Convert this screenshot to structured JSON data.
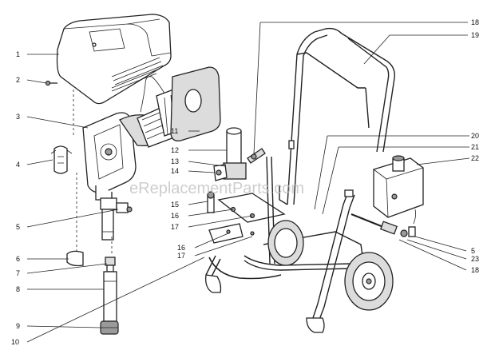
{
  "watermark": "eReplacementParts.com",
  "callouts": [
    {
      "id": "c1",
      "text": "1"
    },
    {
      "id": "c2",
      "text": "2"
    },
    {
      "id": "c3",
      "text": "3"
    },
    {
      "id": "c4",
      "text": "4"
    },
    {
      "id": "c5l",
      "text": "5"
    },
    {
      "id": "c6",
      "text": "6"
    },
    {
      "id": "c7",
      "text": "7"
    },
    {
      "id": "c8",
      "text": "8"
    },
    {
      "id": "c9",
      "text": "9"
    },
    {
      "id": "c10",
      "text": "10"
    },
    {
      "id": "c11",
      "text": "11"
    },
    {
      "id": "c12",
      "text": "12"
    },
    {
      "id": "c13",
      "text": "13"
    },
    {
      "id": "c14",
      "text": "14"
    },
    {
      "id": "c15",
      "text": "15"
    },
    {
      "id": "c16a",
      "text": "16"
    },
    {
      "id": "c17a",
      "text": "17"
    },
    {
      "id": "c16b",
      "text": "16"
    },
    {
      "id": "c17b",
      "text": "17"
    },
    {
      "id": "c18a",
      "text": "18"
    },
    {
      "id": "c19",
      "text": "19"
    },
    {
      "id": "c20",
      "text": "20"
    },
    {
      "id": "c21",
      "text": "21"
    },
    {
      "id": "c22",
      "text": "22"
    },
    {
      "id": "c5r",
      "text": "5"
    },
    {
      "id": "c23",
      "text": "23"
    },
    {
      "id": "c18b",
      "text": "18"
    }
  ]
}
